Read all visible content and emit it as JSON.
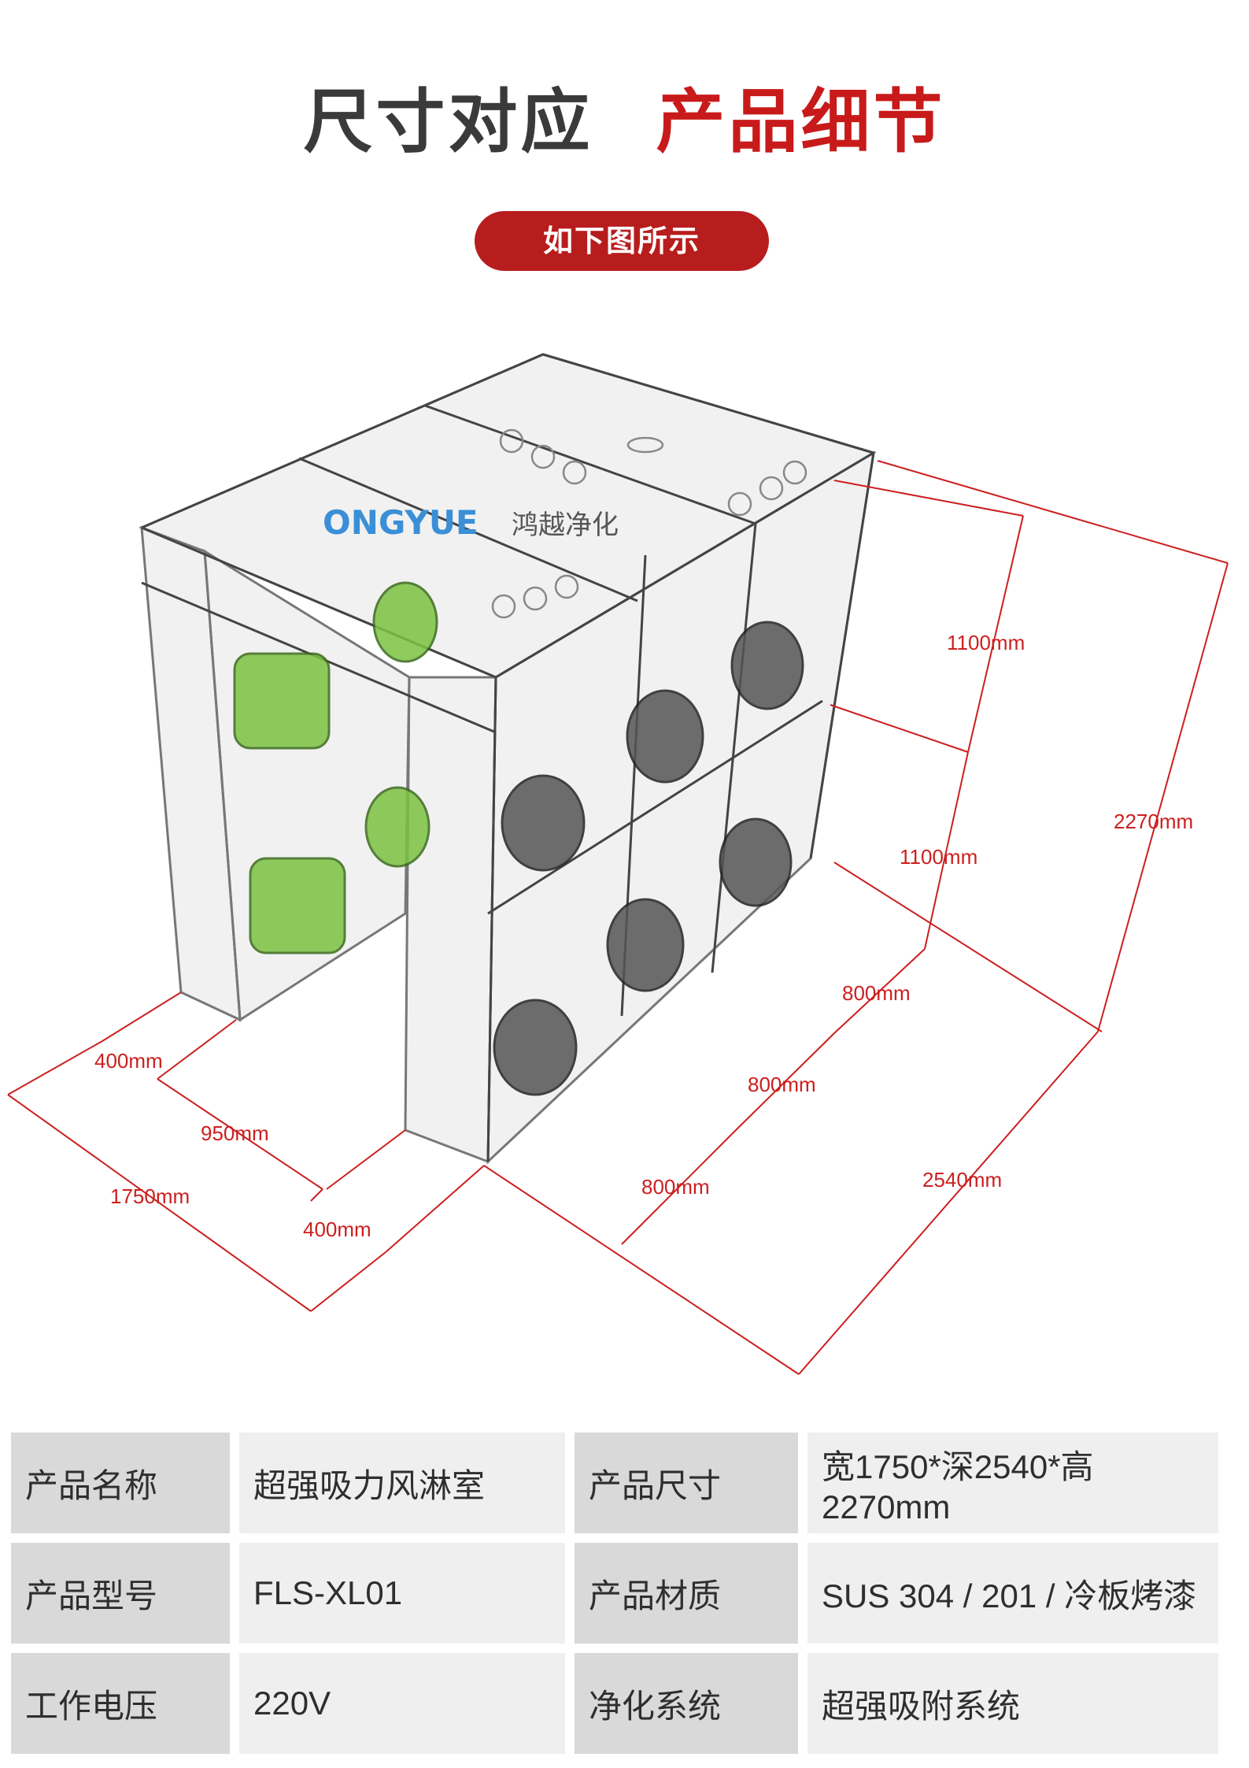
{
  "header": {
    "title_left": "尺寸对应",
    "title_right": "产品细节",
    "pill_label": "如下图所示"
  },
  "watermark": {
    "brand": "ONGYUE",
    "brand_cn": "鸿越净化"
  },
  "dimensions": {
    "d1100_top": "1100mm",
    "d1100_bottom": "1100mm",
    "d2270": "2270mm",
    "d800_right": "800mm",
    "d800_mid": "800mm",
    "d800_bottom": "800mm",
    "d2540": "2540mm",
    "d400_left": "400mm",
    "d950": "950mm",
    "d1750": "1750mm",
    "d400_bottom": "400mm"
  },
  "specs": {
    "rows": [
      {
        "label1": "产品名称",
        "value1": "超强吸力风淋室",
        "label2": "产品尺寸",
        "value2": "宽1750*深2540*高2270mm"
      },
      {
        "label1": "产品型号",
        "value1": "FLS-XL01",
        "label2": "产品材质",
        "value2": "SUS 304 / 201 / 冷板烤漆"
      },
      {
        "label1": "工作电压",
        "value1": "220V",
        "label2": "净化系统",
        "value2": "超强吸附系统"
      }
    ]
  },
  "colors": {
    "accent_red": "#c81a1a",
    "dimension_red": "#cc1f1f",
    "label_cell": "#d9d9d9",
    "value_cell": "#efefef",
    "fan_green": "#7cc241"
  }
}
